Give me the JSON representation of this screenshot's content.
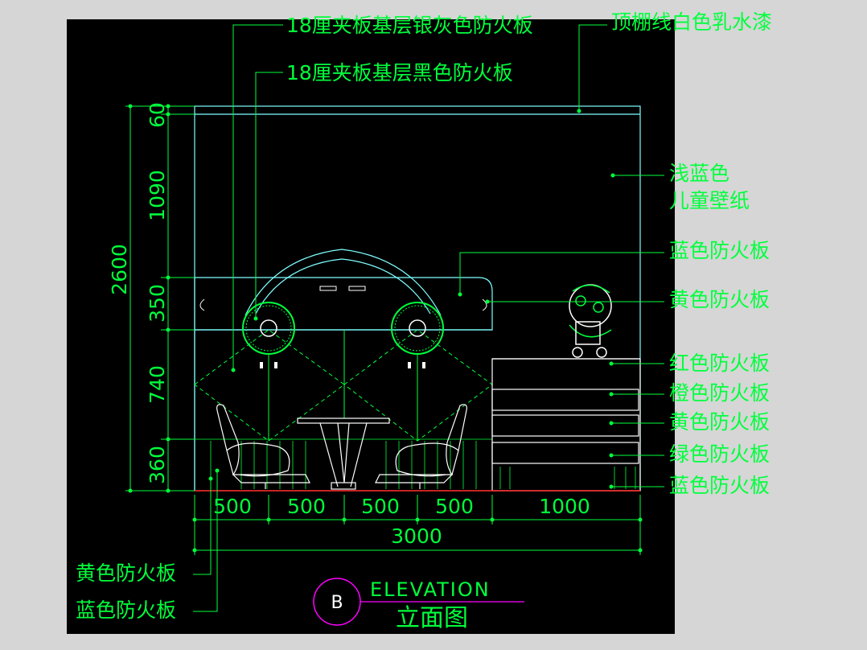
{
  "colors": {
    "background": "#d6d6d6",
    "paper": "#000000",
    "label": "#00ff3c",
    "dimension": "#00ff3c",
    "outline": "#7fffff",
    "furniture": "#ffffff",
    "floor": "#ff2020",
    "title_circle": "#ff00ff"
  },
  "labels": {
    "top_left_1": "18厘夹板基层银灰色防火板",
    "top_left_2": "18厘夹板基层黑色防火板",
    "top_right": "顶棚线白色乳水漆",
    "right": [
      "浅蓝色",
      "儿童壁纸",
      "蓝色防火板",
      "黄色防火板",
      "红色防火板",
      "橙色防火板",
      "黄色防火板",
      "绿色防火板",
      "蓝色防火板"
    ],
    "bottom_left": [
      "黄色防火板",
      "蓝色防火板"
    ]
  },
  "dimensions": {
    "vertical_total": "2600",
    "vertical": [
      "60",
      "1090",
      "350",
      "740",
      "360"
    ],
    "horizontal": [
      "500",
      "500",
      "500",
      "500",
      "1000"
    ],
    "horizontal_total": "3000"
  },
  "title": {
    "badge": "B",
    "english": "ELEVATION",
    "chinese": "立面图"
  }
}
